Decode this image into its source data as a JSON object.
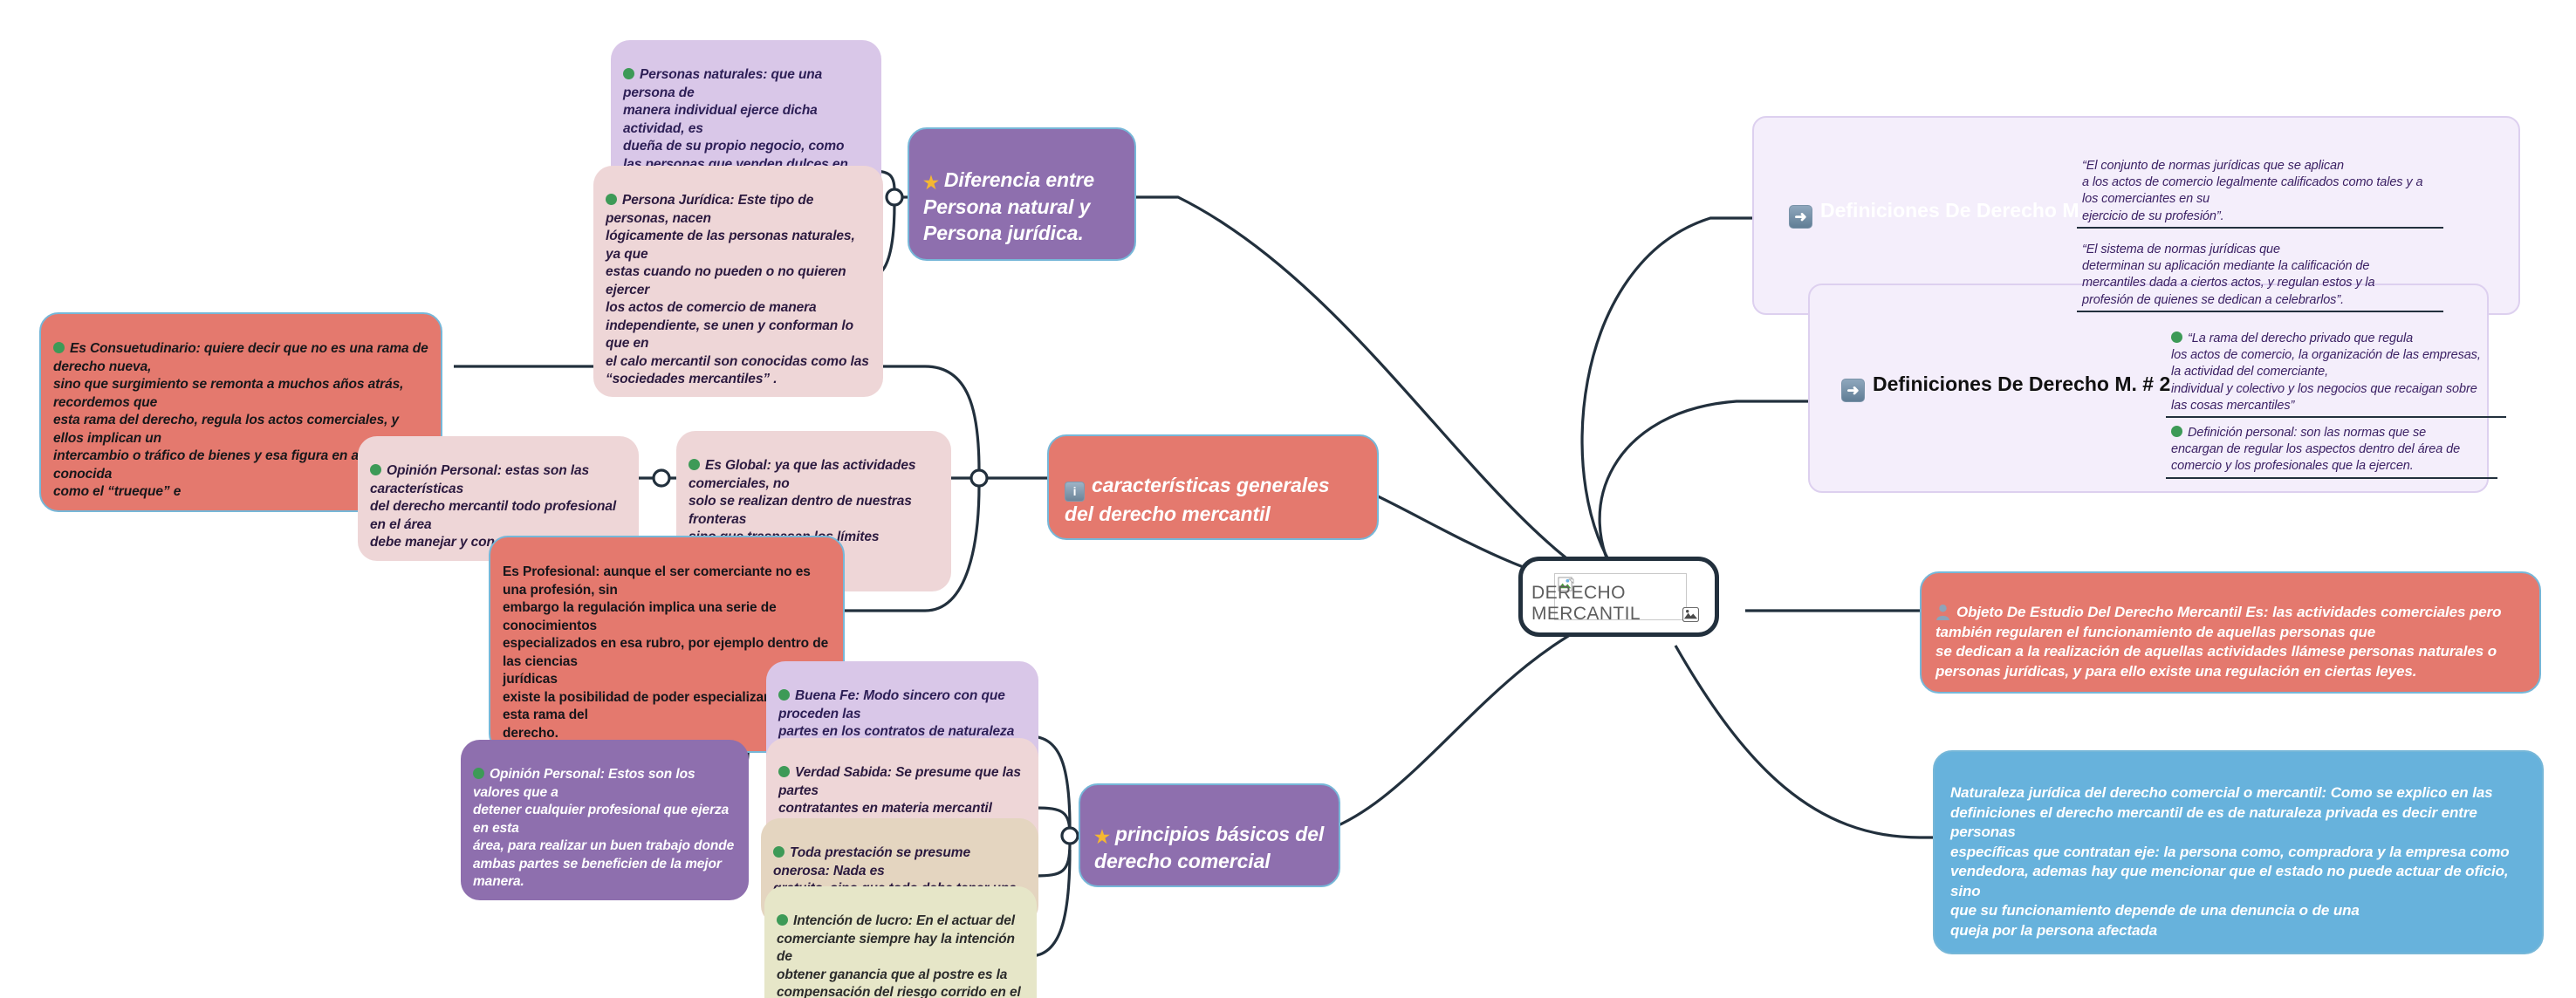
{
  "title": "DERECHO MERCANTIL",
  "central": {
    "label": "DERECHO MERCANTIL",
    "image_icon": "broken-image-icon",
    "attachment_icon": "image-icon"
  },
  "colors": {
    "salmon": "#e4796e",
    "purple_solid": "#8e6fae",
    "purple_light": "#d9c7e8",
    "pink": "#eed6d7",
    "tan": "#e4d5c0",
    "khaki": "#e6e6c8",
    "blue": "#67b2dc",
    "lavender_box": "#f4eefb",
    "edge": "#22303d",
    "node_outline": "#76b7d8",
    "bullet_green": "#3d9a57"
  },
  "branches": {
    "diferencia": {
      "icon": "star-icon",
      "label": "Diferencia entre Persona natural y Persona jurídica.",
      "children": [
        {
          "icon": "green-bullet-icon",
          "text": "Personas naturales: que una persona de\nmanera individual ejerce dicha actividad, es\ndueña de su propio negocio, como\nlas personas que venden dulces en las\nunidades de transporte colectivo, ellos son\npersonas naturales que de manera\nindependiente ejercen esa labor mercantil."
        },
        {
          "icon": "green-bullet-icon",
          "text": "Persona Jurídica: Este tipo de personas, nacen\nlógicamente de las personas naturales, ya que\nestas cuando no pueden o no quieren ejercer\nlos actos de comercio de manera\nindependiente, se unen y conforman lo que en\nel calo mercantil son conocidas como las\n“sociedades mercantiles” ."
        }
      ]
    },
    "caracteristicas": {
      "icon": "info-icon",
      "label": "características generales del derecho mercantil",
      "children": [
        {
          "icon": "green-bullet-icon",
          "text": "Es Consuetudinario: quiere decir que no es una rama de derecho nueva,\n sino que surgimiento se remonta a muchos años atrás, recordemos que\nesta rama del derecho, regula los actos comerciales, y ellos implican un\nintercambio o tráfico de bienes y esa figura en antaño fue conocida\ncomo el “trueque” e"
        },
        {
          "icon": "green-bullet-icon",
          "text": "Opinión  Personal: estas son las características\ndel derecho mercantil todo profesional en el área\ndebe manejar y conocer."
        },
        {
          "icon": "green-bullet-icon",
          "text": "Es Global: ya que las actividades comerciales, no\nsolo se realizan dentro de nuestras fronteras\nsino que traspasan los límites territoriales de\nnuestro país."
        },
        {
          "icon": "none",
          "text": "Es Profesional: aunque el ser comerciante no es una profesión, sin\nembargo la regulación implica una serie de conocimientos\nespecializados en esa rubro, por ejemplo dentro de las ciencias\njurídicas\nexiste la posibilidad de poder especializarse en esta rama del\nderecho."
        }
      ]
    },
    "principios": {
      "icon": "star-icon",
      "label": "principios básicos del derecho comercial",
      "children": [
        {
          "icon": "green-bullet-icon",
          "text": "Opinión Personal: Estos son los valores que a\ndetener cualquier profesional que ejerza en esta\nárea, para realizar un buen trabajo donde\nambas partes se beneficien de la mejor manera."
        },
        {
          "icon": "green-bullet-icon",
          "text": "Buena Fe:  Modo sincero con que proceden las\npartes en los contratos de naturaleza\nmercantil, que no buscan engañar a la otra\nparte sino actuar de modo honesto y sincero."
        },
        {
          "icon": "green-bullet-icon",
          "text": "Verdad Sabida: Se presume que las partes\ncontratantes en materia mercantil conocen la\nverdad y alcance de sus derechos y sus\nobligaciones.."
        },
        {
          "icon": "green-bullet-icon",
          "text": "Toda prestación se presume onerosa: Nada es\ngratuito, sino que todo debe tener una\ncontraprestación económica"
        },
        {
          "icon": "green-bullet-icon",
          "text": "Intención de lucro: En el actuar del\ncomerciante siempre hay la intención de\nobtener ganancia que al postre es la\ncompensación del riesgo corrido en el negocio"
        }
      ]
    },
    "definiciones1": {
      "icon": "arrow-right-icon",
      "label": "Definiciones De Derecho M.",
      "children": [
        {
          "icon": "none",
          "text": "“El conjunto de normas jurídicas que se aplican\na los actos de comercio legalmente calificados como tales y a\nlos comerciantes en su\nejercicio de su profesión”."
        },
        {
          "icon": "none",
          "text": "“El sistema de normas jurídicas que\ndeterminan su aplicación mediante la calificación de\nmercantiles dada a ciertos actos, y regulan estos y la\nprofesión de quienes se dedican a celebrarlos”."
        }
      ]
    },
    "definiciones2": {
      "icon": "arrow-right-icon",
      "label": "Definiciones De Derecho M. # 2",
      "children": [
        {
          "icon": "green-bullet-icon",
          "text": "“La rama del derecho privado que regula\nlos actos de comercio, la organización de las empresas,\nla actividad del comerciante,\nindividual y colectivo y los negocios que recaigan sobre\nlas cosas mercantiles”"
        },
        {
          "icon": "green-bullet-icon",
          "text": "Definición personal: son las normas que se\nencargan de regular los aspectos dentro del área de\ncomercio y  los profesionales que la ejercen."
        }
      ]
    },
    "objeto": {
      "icon": "person-icon",
      "text": "Objeto De Estudio Del Derecho Mercantil Es: las actividades comerciales pero\ntambién regularen el funcionamiento de aquellas personas que\nse dedican a la realización de aquellas actividades llámese personas naturales o\npersonas jurídicas, y para ello existe una regulación en ciertas leyes."
    },
    "naturaleza": {
      "icon": "none",
      "text": "Naturaleza jurídica del derecho comercial o mercantil: Como se explico en las\ndefiniciones el derecho mercantil de es de naturaleza privada  es decir entre personas\nespecíficas que contratan eje: la persona como, compradora y la empresa como\nvendedora, ademas hay que mencionar que el estado no puede actuar de oficio, sino\nque su funcionamiento depende de una denuncia o de una\nqueja por la persona afectada"
    }
  }
}
